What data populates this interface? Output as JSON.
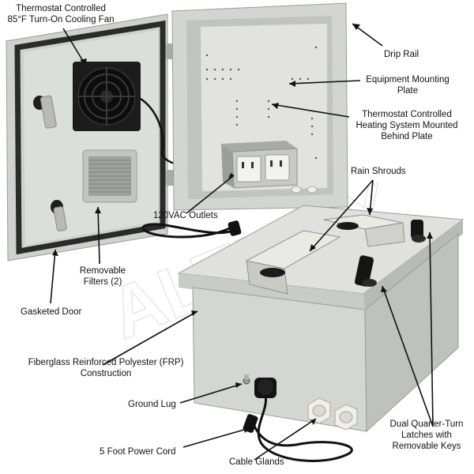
{
  "labels": {
    "fan": [
      "Thermostat Controlled",
      "85°F Turn-On Cooling Fan"
    ],
    "drip_rail": "Drip Rail",
    "mounting_plate": [
      "Equipment Mounting",
      "Plate"
    ],
    "heating": [
      "Thermostat Controlled",
      "Heating System Mounted",
      "Behind Plate"
    ],
    "rain_shrouds": "Rain Shrouds",
    "outlets": "120VAC Outlets",
    "filters": [
      "Removable",
      "Filters (2)"
    ],
    "gasketed_door": "Gasketed Door",
    "frp": [
      "Fiberglass Reinforced Polyester (FRP)",
      "Construction"
    ],
    "ground_lug": "Ground Lug",
    "power_cord": "5 Foot Power Cord",
    "cable_glands": "Cable Glands",
    "latches": [
      "Dual Quarter-Turn",
      "Latches with",
      "Removable Keys"
    ]
  },
  "watermark": "ALTELIX",
  "colors": {
    "enclosure": "#d9dbd8",
    "enclosure_shade": "#bfc2bf",
    "gasket": "#2b2b2b",
    "fan": "#1c1c1c",
    "outlet_box": "#c8c9c6",
    "shroud": "#e7e7e3",
    "latch": "#151515",
    "gland": "#f0efe8",
    "text": "#111111"
  }
}
